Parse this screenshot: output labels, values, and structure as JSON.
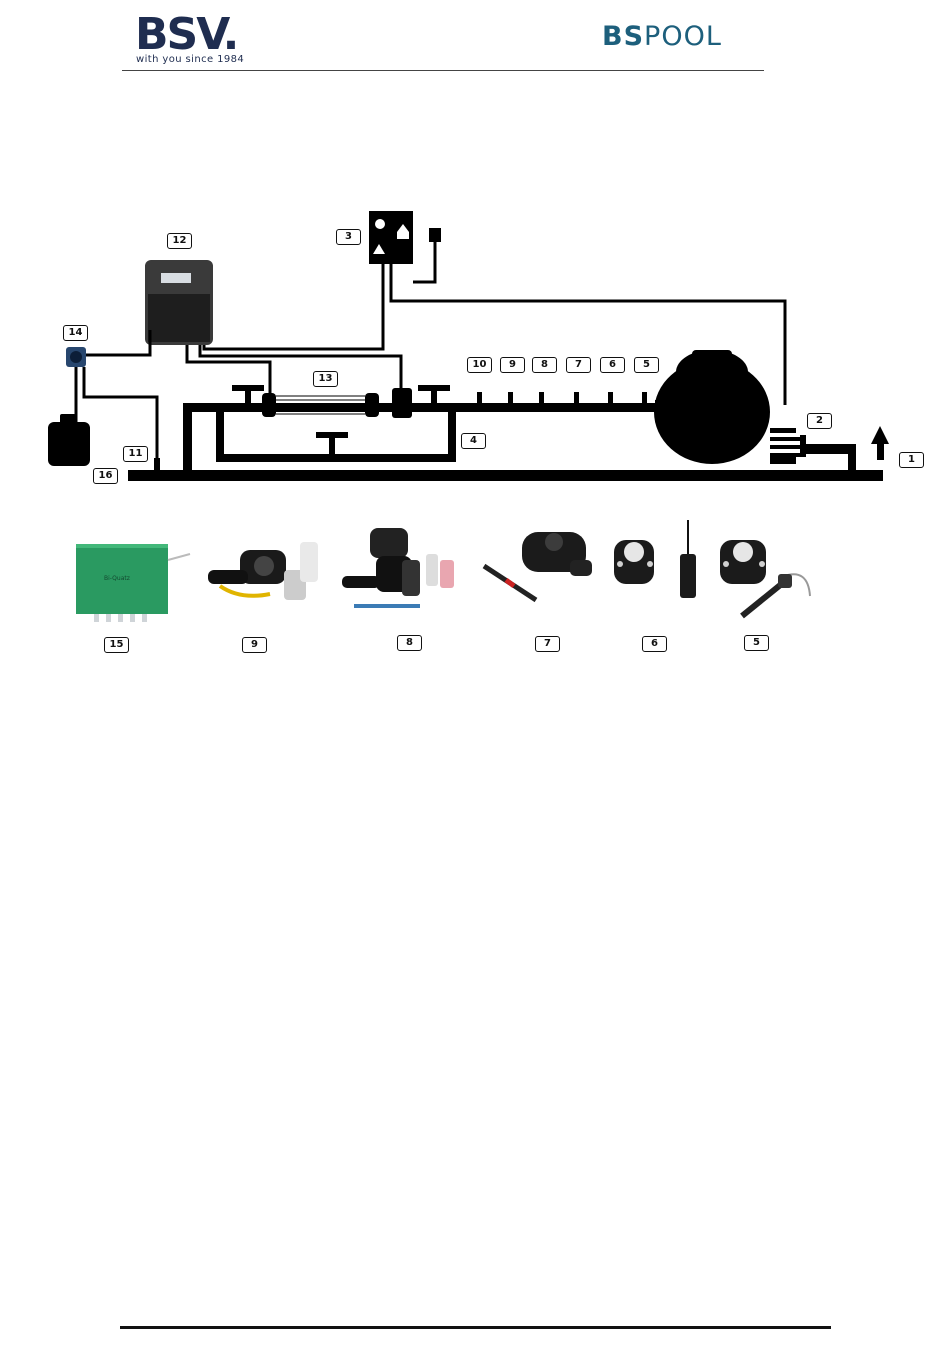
{
  "header": {
    "brand": "BSV.",
    "tagline": "with you since 1984",
    "partner_brand_bold": "BS",
    "partner_brand_light": "POOL"
  },
  "colors": {
    "brand_navy": "#1f2d50",
    "partner_teal": "#1d5f7c",
    "line": "#000000",
    "panel_green": "#2a9a61"
  },
  "callouts": {
    "c1": "1",
    "c2": "2",
    "c3": "3",
    "c4": "4",
    "c5": "5",
    "c6": "6",
    "c7": "7",
    "c8": "8",
    "c9": "9",
    "c10": "10",
    "c11": "11",
    "c12": "12",
    "c13": "13",
    "c14": "14",
    "c16": "16"
  },
  "products": [
    {
      "label": "15",
      "name": "control-panel",
      "panel_text": "Bi-Quatz"
    },
    {
      "label": "9",
      "name": "probe-kit"
    },
    {
      "label": "8",
      "name": "probe-holder-kit"
    },
    {
      "label": "7",
      "name": "probe-saddle"
    },
    {
      "label": "6",
      "name": "flow-sensor"
    },
    {
      "label": "5",
      "name": "temperature-sensor"
    }
  ]
}
